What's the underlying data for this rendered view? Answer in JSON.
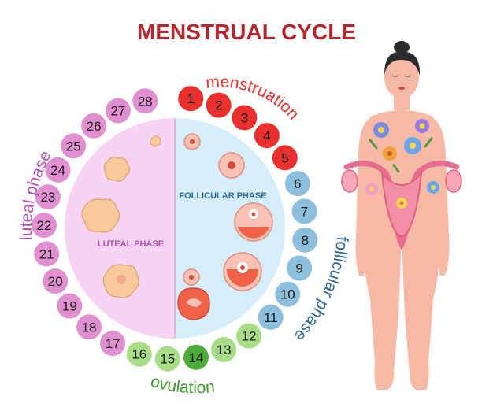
{
  "title": "MENSTRUAL CYCLE",
  "arc_labels": {
    "menstruation": "menstruation",
    "follicular": "follicular phase",
    "ovulation": "ovulation",
    "luteal": "luteal phase"
  },
  "inner_labels": {
    "follicular": "FOLLICULAR PHASE",
    "luteal": "LUTEAL PHASE"
  },
  "days": [
    {
      "label": "1",
      "phase": "menstruation"
    },
    {
      "label": "2",
      "phase": "menstruation"
    },
    {
      "label": "3",
      "phase": "menstruation"
    },
    {
      "label": "4",
      "phase": "menstruation"
    },
    {
      "label": "5",
      "phase": "menstruation"
    },
    {
      "label": "6",
      "phase": "follicular"
    },
    {
      "label": "7",
      "phase": "follicular"
    },
    {
      "label": "8",
      "phase": "follicular"
    },
    {
      "label": "9",
      "phase": "follicular"
    },
    {
      "label": "10",
      "phase": "follicular"
    },
    {
      "label": "11",
      "phase": "follicular"
    },
    {
      "label": "12",
      "phase": "ovulation"
    },
    {
      "label": "13",
      "phase": "ovulation"
    },
    {
      "label": "14",
      "phase": "ovulation-peak"
    },
    {
      "label": "15",
      "phase": "ovulation"
    },
    {
      "label": "16",
      "phase": "ovulation"
    },
    {
      "label": "17",
      "phase": "luteal"
    },
    {
      "label": "18",
      "phase": "luteal"
    },
    {
      "label": "19",
      "phase": "luteal"
    },
    {
      "label": "20",
      "phase": "luteal"
    },
    {
      "label": "21",
      "phase": "luteal"
    },
    {
      "label": "22",
      "phase": "luteal"
    },
    {
      "label": "23",
      "phase": "luteal"
    },
    {
      "label": "24",
      "phase": "luteal"
    },
    {
      "label": "25",
      "phase": "luteal"
    },
    {
      "label": "26",
      "phase": "luteal"
    },
    {
      "label": "27",
      "phase": "luteal"
    },
    {
      "label": "28",
      "phase": "luteal"
    }
  ],
  "colors": {
    "title": "#b3262b",
    "menstruation": "#e8302c",
    "menstruation_text": "#8a0d0d",
    "follicular": "#8bbfdc",
    "follicular_text": "#2d6a93",
    "ovulation": "#a9dc86",
    "ovulation_peak": "#4dab3a",
    "ovulation_text": "#3f9a2e",
    "luteal": "#e08fd0",
    "luteal_text": "#b24fb0",
    "follicular_bg": "#d6eefb",
    "luteal_bg": "#f7d4f3",
    "skin": "#f6b9a6",
    "hair": "#2b2b2b"
  },
  "icons": [
    "follicle-icon",
    "corpus-luteum-icon",
    "uterus-icon",
    "flower-icon"
  ]
}
